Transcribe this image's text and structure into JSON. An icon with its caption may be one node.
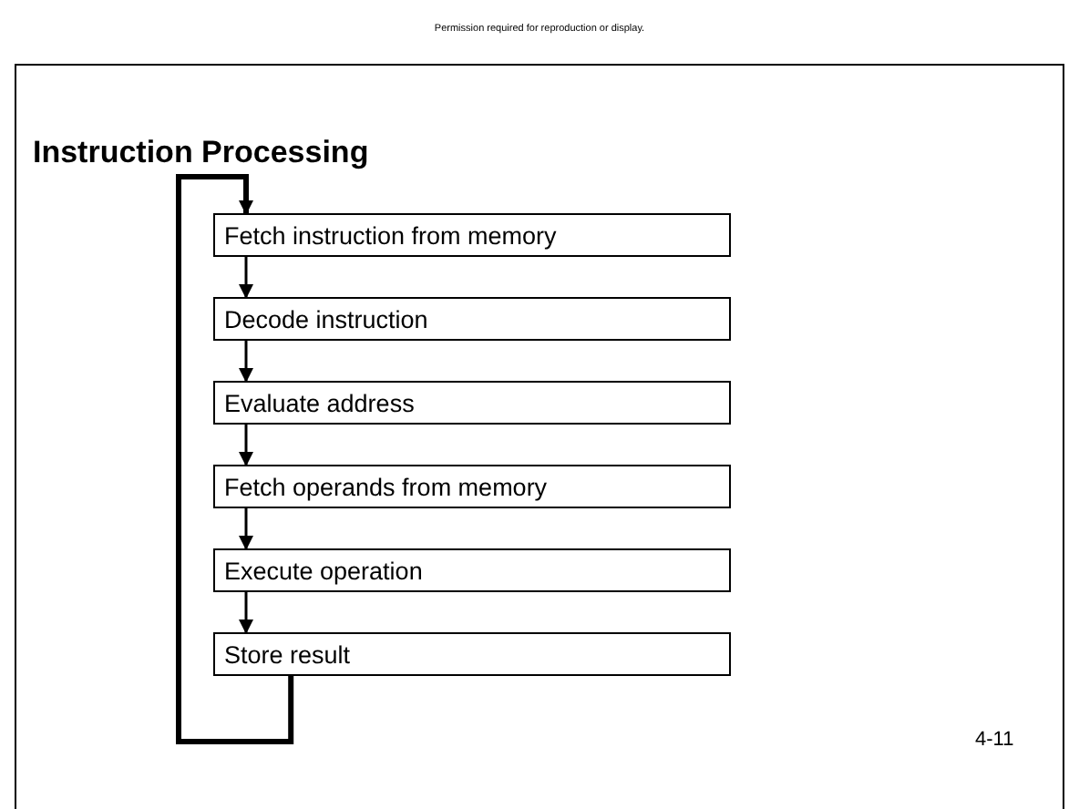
{
  "diagram": {
    "title": "Instruction Processing",
    "nodes": [
      {
        "text": [
          "Fetch instruction from memory"
        ]
      },
      {
        "text": [
          "Decode instruction"
        ]
      },
      {
        "text": [
          "Evaluate address"
        ]
      },
      {
        "text": [
          "Fetch operands from memory"
        ]
      },
      {
        "text": [
          "Execute operation"
        ]
      },
      {
        "text": [
          "Store result"
        ]
      }
    ],
    "edges": [
      {
        "from": 0,
        "to": 1,
        "arrow": "to"
      },
      {
        "from": 1,
        "to": 2,
        "arrow": "to"
      },
      {
        "from": 2,
        "to": 3,
        "arrow": "to"
      },
      {
        "from": 3,
        "to": 4,
        "arrow": "to"
      },
      {
        "from": 4,
        "to": 5,
        "arrow": "to"
      },
      {
        "from": 5,
        "to": 0,
        "arrow": "to",
        "style": "thick"
      }
    ],
    "labels": [
      "Permission required for reproduction or display.",
      "4-11"
    ]
  }
}
